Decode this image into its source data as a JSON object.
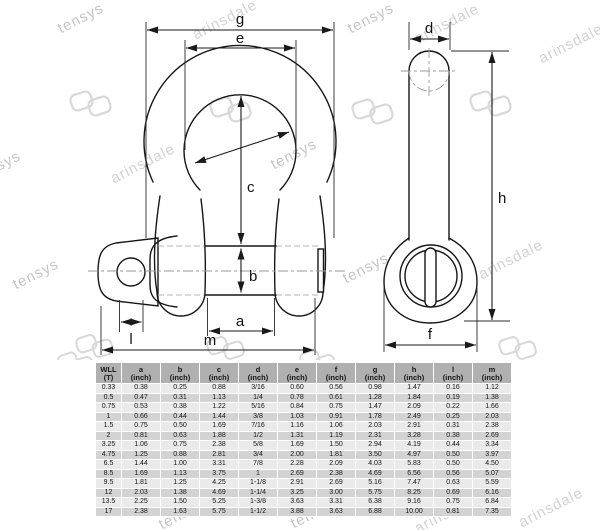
{
  "watermarks": {
    "brand_a": "tensys",
    "brand_b": "arinsdale"
  },
  "diagram": {
    "front_labels": {
      "g": "g",
      "e": "e",
      "c": "c",
      "b": "b",
      "a": "a",
      "l": "l",
      "m": "m"
    },
    "side_labels": {
      "d": "d",
      "h": "h",
      "f": "f"
    }
  },
  "table": {
    "headers": [
      {
        "line1": "WLL",
        "line2": "(T)"
      },
      {
        "line1": "a",
        "line2": "(inch)"
      },
      {
        "line1": "b",
        "line2": "(inch)"
      },
      {
        "line1": "c",
        "line2": "(inch)"
      },
      {
        "line1": "d",
        "line2": "(inch)"
      },
      {
        "line1": "e",
        "line2": "(inch)"
      },
      {
        "line1": "f",
        "line2": "(inch)"
      },
      {
        "line1": "g",
        "line2": "(inch)"
      },
      {
        "line1": "h",
        "line2": "(inch)"
      },
      {
        "line1": "l",
        "line2": "(inch)"
      },
      {
        "line1": "m",
        "line2": "(inch)"
      }
    ],
    "rows": [
      [
        "0.33",
        "0.38",
        "0.25",
        "0.88",
        "3/16",
        "0.60",
        "0.56",
        "0.98",
        "1.47",
        "0.16",
        "1.12"
      ],
      [
        "0.5",
        "0.47",
        "0.31",
        "1.13",
        "1/4",
        "0.78",
        "0.61",
        "1.28",
        "1.84",
        "0.19",
        "1.38"
      ],
      [
        "0.75",
        "0.53",
        "0.38",
        "1.22",
        "5/16",
        "0.84",
        "0.75",
        "1.47",
        "2.09",
        "0.22",
        "1.66"
      ],
      [
        "1",
        "0.66",
        "0.44",
        "1.44",
        "3/8",
        "1.03",
        "0.91",
        "1.78",
        "2.49",
        "0.25",
        "2.03"
      ],
      [
        "1.5",
        "0.75",
        "0.50",
        "1.69",
        "7/16",
        "1.16",
        "1.06",
        "2.03",
        "2.91",
        "0.31",
        "2.38"
      ],
      [
        "2",
        "0.81",
        "0.63",
        "1.88",
        "1/2",
        "1.31",
        "1.19",
        "2.31",
        "3.28",
        "0.38",
        "2.69"
      ],
      [
        "3.25",
        "1.06",
        "0.75",
        "2.38",
        "5/8",
        "1.69",
        "1.50",
        "2.94",
        "4.19",
        "0.44",
        "3.34"
      ],
      [
        "4.75",
        "1.25",
        "0.88",
        "2.81",
        "3/4",
        "2.00",
        "1.81",
        "3.50",
        "4.97",
        "0.50",
        "3.97"
      ],
      [
        "6.5",
        "1.44",
        "1.00",
        "3.31",
        "7/8",
        "2.28",
        "2.09",
        "4.03",
        "5.83",
        "0.50",
        "4.50"
      ],
      [
        "8.5",
        "1.69",
        "1.13",
        "3.75",
        "1",
        "2.69",
        "2.38",
        "4.69",
        "6.56",
        "0.56",
        "5.07"
      ],
      [
        "9.5",
        "1.81",
        "1.25",
        "4.25",
        "1-1/8",
        "2.91",
        "2.69",
        "5.16",
        "7.47",
        "0.63",
        "5.59"
      ],
      [
        "12",
        "2.03",
        "1.38",
        "4.69",
        "1-1/4",
        "3.25",
        "3.00",
        "5.75",
        "8.25",
        "0.69",
        "6.16"
      ],
      [
        "13.5",
        "2.25",
        "1.50",
        "5.25",
        "1-3/8",
        "3.63",
        "3.31",
        "6.38",
        "9.16",
        "0.75",
        "6.84"
      ],
      [
        "17",
        "2.38",
        "1.63",
        "5.75",
        "1-1/2",
        "3.88",
        "3.63",
        "6.88",
        "10.00",
        "0.81",
        "7.35"
      ]
    ]
  },
  "colors": {
    "header_bg": "#b0b0b0",
    "row_light": "#eaeaea",
    "row_dark": "#d3d3d3",
    "line": "#161616",
    "watermark": "#c6c6c6"
  }
}
